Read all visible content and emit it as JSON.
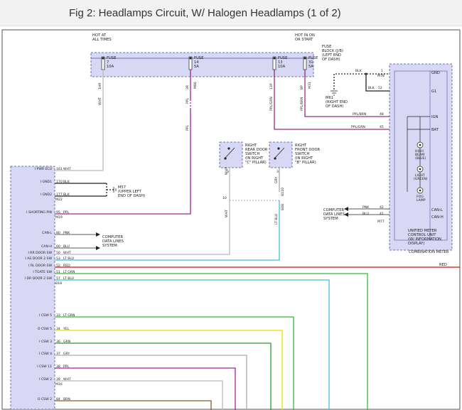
{
  "title": "Fig 2: Headlamps Circuit, W/ Halogen Headlamps (1 of 2)",
  "colors": {
    "wht": "#bbbbbb",
    "blk": "#222222",
    "ppl": "#a020a0",
    "pplbrn": "#9a2a8a",
    "pplgrn": "#9a2a8a",
    "ltblu": "#3cc4d8",
    "red": "#d01010",
    "ltgrn": "#33bb33",
    "yel": "#e8e000",
    "grn": "#2a9a2a",
    "gry": "#aaaaaa",
    "brn": "#8b5a2b",
    "module_fill": "#d8d8f4",
    "module_stroke": "#5050a0"
  },
  "fuse_block": {
    "hot_at_all_times": [
      "HOT AT",
      "ALL TIMES"
    ],
    "hot_in_on": [
      "HOT IN ON",
      "OR START"
    ],
    "label": [
      "FUSE",
      "BLOCK (J/B)",
      "(LEFT END",
      "OF DASH)"
    ],
    "fuses": [
      {
        "l1": "FUSE",
        "l2": "7",
        "l3": "10A"
      },
      {
        "l1": "FUSE",
        "l2": "14",
        "l3": "5A"
      },
      {
        "l1": "FUSE",
        "l2": "13",
        "l3": "10A"
      },
      {
        "l1": "FUSE",
        "l2": "31",
        "l3": "5A"
      }
    ],
    "pins": [
      "1HR",
      "3R",
      "13P",
      "8P"
    ],
    "connectors": [
      "M86",
      "M31"
    ]
  },
  "ground_m61": [
    "M61",
    "(RIGHT END",
    "OF DASH)"
  ],
  "ground_m57": [
    "M57",
    "(UPPER LEFT",
    "END OF DASH)"
  ],
  "rear_switch": [
    "RIGHT",
    "REAR DOOR",
    "SWITCH",
    "(IN RIGHT",
    "\"C\" PILLAR)"
  ],
  "front_switch": [
    "RIGHT",
    "FRONT DOOR",
    "SWITCH",
    "(IN RIGHT",
    "\"B\" PILLAR)"
  ],
  "bcm_pins": [
    {
      "label": "I PWR ECU",
      "num": "161",
      "wire": "WHT"
    },
    {
      "label": "I GND1",
      "num": "170",
      "wire": "BLK"
    },
    {
      "label": "I GND2",
      "num": "177",
      "wire": "BLK",
      "conn": "M22"
    },
    {
      "label": "I SHORTING PIN",
      "num": "95",
      "wire": "PPL",
      "conn": "M19"
    },
    {
      "label": "CAN-L",
      "num": "80",
      "wire": "PNK"
    },
    {
      "label": "CAN-H",
      "num": "60",
      "wire": "BLU"
    },
    {
      "label": "I RR DOOR SW",
      "num": "50",
      "wire": "WHT"
    },
    {
      "label": "I AS DOOR 2 SW",
      "num": "53",
      "wire": "LT BLU"
    },
    {
      "label": "I RL DOOR SW",
      "num": "52",
      "wire": "RED"
    },
    {
      "label": "I TGATE SW",
      "num": "51",
      "wire": "LT GRN"
    },
    {
      "label": "I DR DOOR 2 SW",
      "num": "57",
      "wire": "LT BLU",
      "conn": "B18"
    },
    {
      "label": "I CSW 5",
      "num": "33",
      "wire": "LT GRN"
    },
    {
      "label": "O CSW 5",
      "num": "34",
      "wire": "YEL"
    },
    {
      "label": "I CSW 3",
      "num": "36",
      "wire": "GRN"
    },
    {
      "label": "I CSW 4",
      "num": "37",
      "wire": "GRY"
    },
    {
      "label": "I CSW 11",
      "num": "38",
      "wire": "PPL"
    },
    {
      "label": "I CSW 2",
      "num": "39",
      "wire": "WHT",
      "conn": "M16"
    },
    {
      "label": "O CSW 2",
      "num": "84",
      "wire": "BRN"
    }
  ],
  "computer_data_lines": [
    "COMPUTER",
    "DATA LINES",
    "SYSTEM"
  ],
  "meter": {
    "pins": [
      {
        "label": "GND",
        "num": "1",
        "wire": "BLK",
        "conn": "M78"
      },
      {
        "label": "G1",
        "num": "52",
        "wire": "BLK"
      },
      {
        "label": "IGN",
        "num": "48",
        "wire": "PPL/BRN"
      },
      {
        "label": "BAT",
        "num": "45",
        "wire": "PPL/GRN"
      },
      {
        "label": "CAN-L",
        "num": "42",
        "wire": "PNK"
      },
      {
        "label": "CAN-H",
        "num": "41",
        "wire": "BLU",
        "conn": "M77"
      }
    ],
    "lamps": [
      [
        "HIGH",
        "BEAM",
        "(BLUE)"
      ],
      [
        "LIGHT",
        "(GREEN)"
      ],
      [
        "FOG",
        "LAMP"
      ]
    ],
    "unit": [
      "UNIFIED METER",
      "CONTROL UNIT",
      "(W/ INFORMATION",
      "DISPLAY)"
    ],
    "name": "COMBINATION METER"
  },
  "misc": {
    "red_label": "RED",
    "sw_rear_wire": "WHT",
    "sw_rear_pin_top": "3",
    "sw_rear_pin": "10",
    "sw_front_wire": "GRY",
    "sw_front_pin_top": "3",
    "sw_front_conn": "B110",
    "ltblu_label": "LT BLU",
    "ltblu_pin": "B48",
    "wht_vert": "WHT",
    "ppl_vert": "PPL",
    "ppl_vert2": "PPL",
    "pplgrn_vert": "PPL/GRN",
    "pplbrn_vert": "PPL/BRN",
    "wht_vert2": "WHT"
  }
}
